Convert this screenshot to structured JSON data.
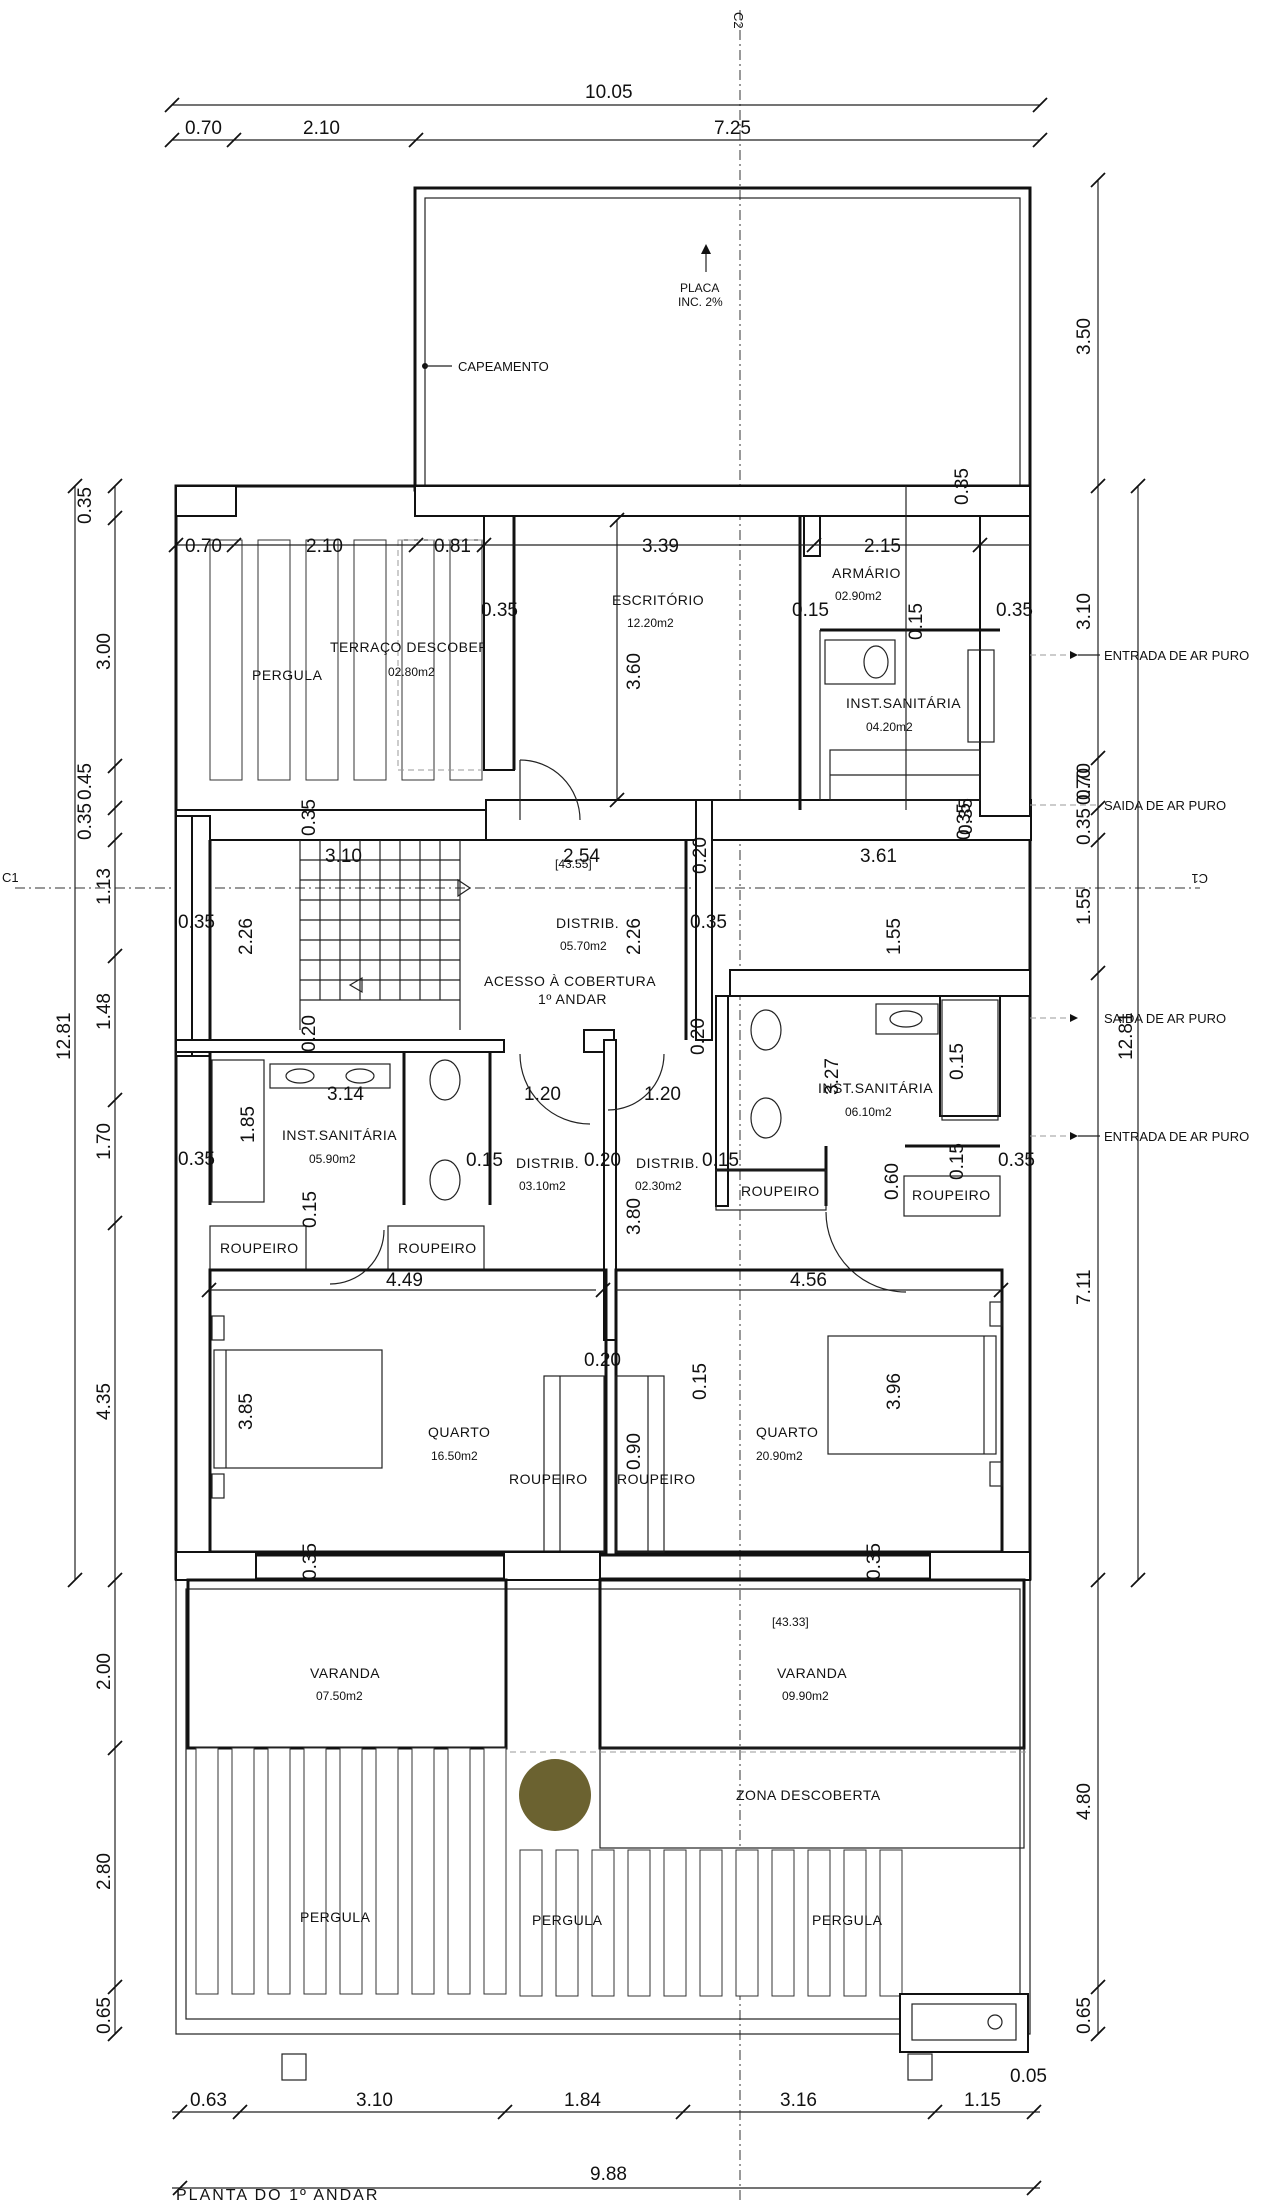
{
  "plan": {
    "title": "PLANTA DO 1º ANDAR",
    "section_marks": {
      "c1_left": "C1",
      "c1_right": "C1",
      "c2_top": "C2"
    },
    "dims_top": {
      "total": "10.05",
      "a": "0.70",
      "b": "2.10",
      "c": "7.25"
    },
    "dims_bottom": {
      "a": "0.63",
      "b": "3.10",
      "c": "1.84",
      "d": "3.16",
      "e": "1.15",
      "f": "0.05",
      "total": "9.88"
    },
    "dims_left": {
      "a": "0.35",
      "b": "3.00",
      "c": "0.35",
      "d": "0.45",
      "e": "1.13",
      "f": "1.48",
      "g": "1.70",
      "h": "4.35",
      "i": "2.00",
      "j": "2.80",
      "k": "0.65",
      "total": "12.81"
    },
    "dims_right": {
      "a": "3.50",
      "b": "3.10",
      "c": "0.70",
      "d": "0.35",
      "e": "1.55",
      "f": "7.11",
      "g": "4.80",
      "h": "0.65",
      "total": "12.81"
    },
    "inner_dims": {
      "d070": "0.70",
      "d210": "2.10",
      "d081": "0.81",
      "d339": "3.39",
      "d215": "2.15",
      "d035a": "0.35",
      "d015a": "0.15",
      "d035b": "0.35",
      "d360": "3.60",
      "d035c": "0.35",
      "d310": "3.10",
      "d254": "2.54",
      "d020a": "0.20",
      "d361": "3.61",
      "d035d": "0.35",
      "d035e": "0.35",
      "d226a": "2.26",
      "d226b": "2.26",
      "d035f": "0.35",
      "d155": "1.55",
      "d020b": "0.20",
      "d314": "3.14",
      "d120a": "1.20",
      "d120b": "1.20",
      "d020c": "0.20",
      "d035g": "0.35",
      "d185": "1.85",
      "d035h": "0.35",
      "d015b": "0.15",
      "d020d": "0.20",
      "d015c": "0.15",
      "d060": "0.60",
      "d035i": "0.35",
      "d015d": "0.15",
      "d380": "3.80",
      "d449": "4.49",
      "d456": "4.56",
      "d385": "3.85",
      "d020e": "0.20",
      "d015e": "0.15",
      "d396": "3.96",
      "d090": "0.90",
      "d035j": "0.35",
      "d035k": "0.35",
      "d070b": "0.70",
      "d035l": "0.35",
      "d035m": "0.35",
      "d015f": "0.15",
      "d015g": "0.15",
      "d327": "3.27"
    },
    "rooms": {
      "escritorio": {
        "name": "ESCRITÓRIO",
        "area": "12.20m2"
      },
      "armario": {
        "name": "ARMÁRIO",
        "area": "02.90m2"
      },
      "inst_sanit_top": {
        "name": "INST.SANITÁRIA",
        "area": "04.20m2"
      },
      "terraco": {
        "name": "TERRAÇO DESCOBERTO",
        "area": "02.80m2"
      },
      "pergula_top": {
        "name": "PERGULA"
      },
      "distrib_main": {
        "name": "DISTRIB.",
        "area": "05.70m2"
      },
      "acesso": {
        "line1": "ACESSO À COBERTURA",
        "line2": "1º ANDAR"
      },
      "inst_sanit_left": {
        "name": "INST.SANITÁRIA",
        "area": "05.90m2"
      },
      "distrib_left": {
        "name": "DISTRIB.",
        "area": "03.10m2"
      },
      "distrib_right": {
        "name": "DISTRIB.",
        "area": "02.30m2"
      },
      "inst_sanit_right": {
        "name": "INST.SANITÁRIA",
        "area": "06.10m2"
      },
      "roupeiro_1": {
        "name": "ROUPEIRO"
      },
      "roupeiro_2": {
        "name": "ROUPEIRO"
      },
      "roupeiro_3": {
        "name": "ROUPEIRO"
      },
      "roupeiro_4": {
        "name": "ROUPEIRO"
      },
      "roupeiro_5": {
        "name": "ROUPEIRO"
      },
      "roupeiro_6": {
        "name": "ROUPEIRO"
      },
      "quarto_left": {
        "name": "QUARTO",
        "area": "16.50m2"
      },
      "quarto_right": {
        "name": "QUARTO",
        "area": "20.90m2"
      },
      "varanda_left": {
        "name": "VARANDA",
        "area": "07.50m2"
      },
      "varanda_right": {
        "name": "VARANDA",
        "area": "09.90m2"
      },
      "zona": {
        "name": "ZONA DESCOBERTA"
      },
      "pergula_1": {
        "name": "PERGULA"
      },
      "pergula_2": {
        "name": "PERGULA"
      },
      "pergula_3": {
        "name": "PERGULA"
      }
    },
    "levels": {
      "upper": "[43.55]",
      "lower": "[43.33]"
    },
    "notes": {
      "placa_1": "PLACA",
      "placa_2": "INC. 2%",
      "capeamento": "CAPEAMENTO",
      "ar_entrada_1": "ENTRADA DE AR PURO",
      "ar_saida_1": "SAIDA DE AR PURO",
      "ar_saida_2": "SAIDA DE AR PURO",
      "ar_entrada_2": "ENTRADA DE AR PURO"
    },
    "colors": {
      "line": "#111111",
      "tree": "#6b6230",
      "dashed": "#999999"
    }
  }
}
